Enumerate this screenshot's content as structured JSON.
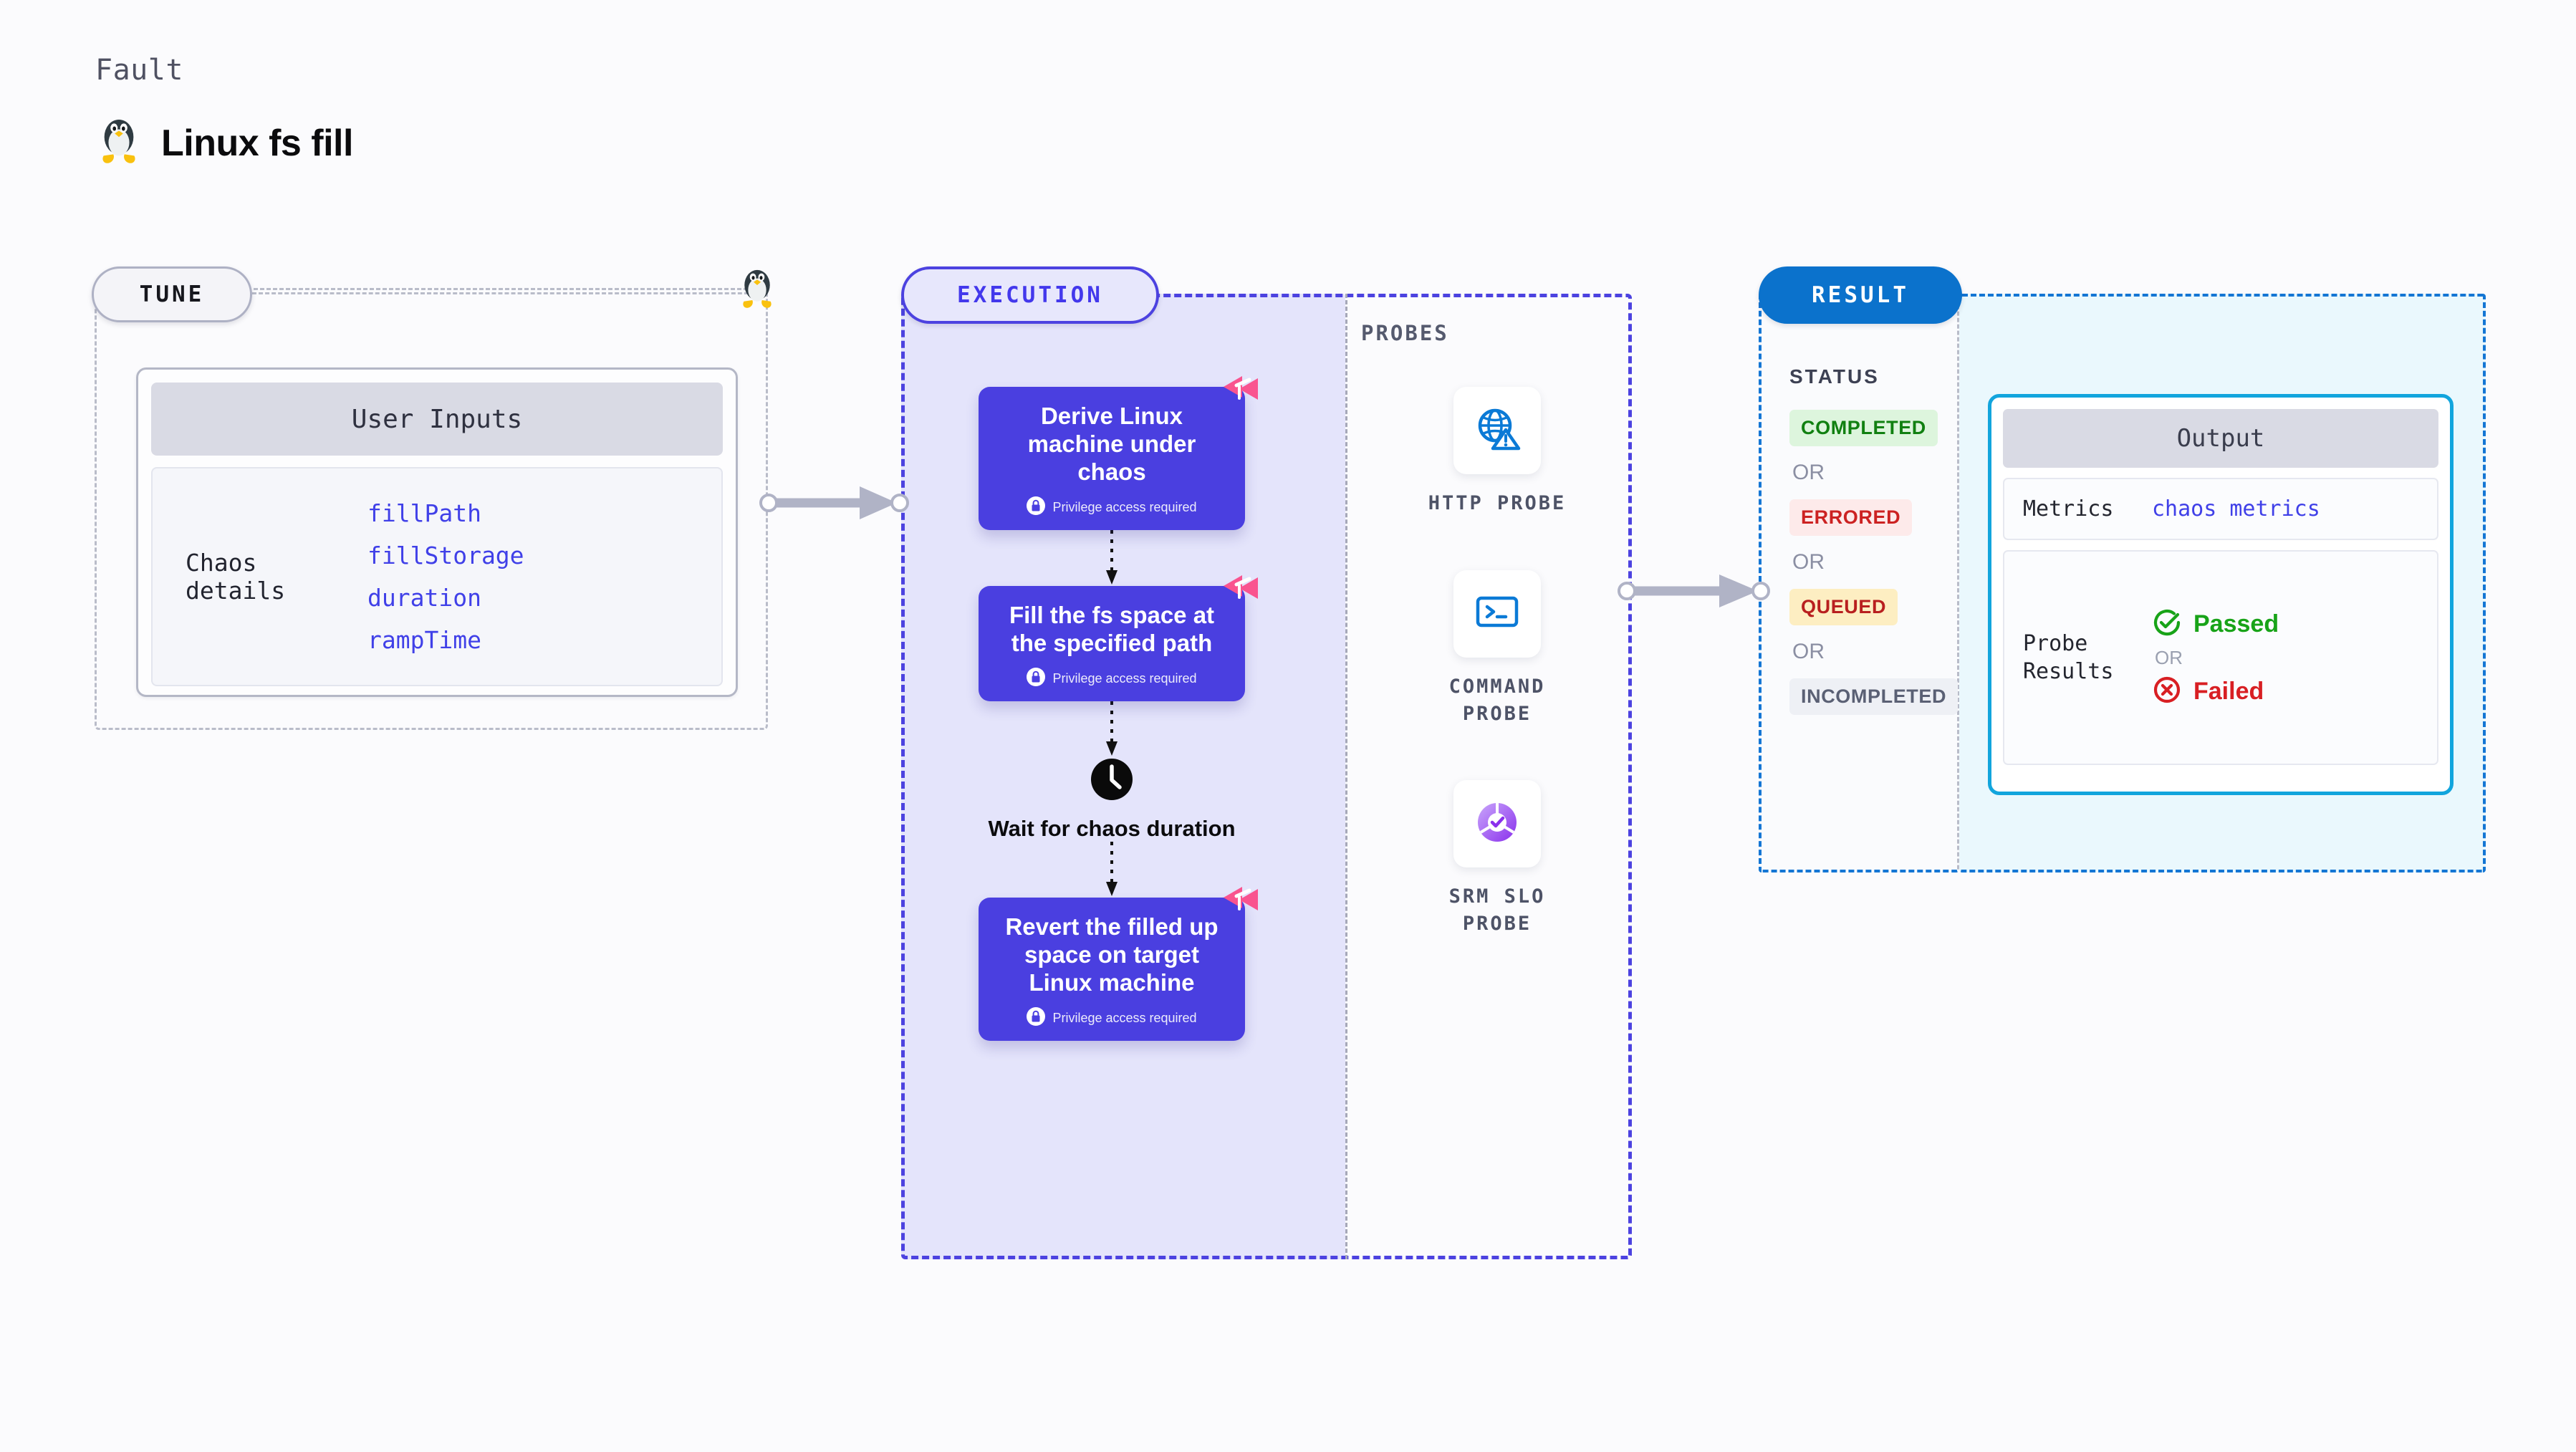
{
  "header": {
    "kicker": "Fault",
    "title": "Linux fs fill",
    "logo_icon": "linux-tux-icon"
  },
  "tune": {
    "pill_label": "TUNE",
    "penguin_icon": "linux-tux-icon",
    "card": {
      "header": "User Inputs",
      "group_label": "Chaos details",
      "params": [
        "fillPath",
        "fillStorage",
        "duration",
        "rampTime"
      ]
    }
  },
  "execution": {
    "pill_label": "EXECUTION",
    "steps": [
      {
        "title": "Derive Linux machine under chaos",
        "privilege_note": "Privilege access required",
        "lock_icon": "lock-icon",
        "corner_icon": "chaos-mark-icon",
        "type": "task"
      },
      {
        "title": "Fill the fs space at the specified path",
        "privilege_note": "Privilege access required",
        "lock_icon": "lock-icon",
        "corner_icon": "chaos-mark-icon",
        "type": "task"
      },
      {
        "title": "Wait for chaos duration",
        "clock_icon": "clock-icon",
        "type": "wait"
      },
      {
        "title": "Revert the filled up space on target Linux machine",
        "privilege_note": "Privilege access required",
        "lock_icon": "lock-icon",
        "corner_icon": "chaos-mark-icon",
        "type": "task"
      }
    ]
  },
  "probes": {
    "section_label": "PROBES",
    "items": [
      {
        "name": "HTTP PROBE",
        "icon": "globe-warning-icon"
      },
      {
        "name": "COMMAND\nPROBE",
        "icon": "terminal-icon"
      },
      {
        "name": "SRM SLO\nPROBE",
        "icon": "slo-donut-check-icon"
      }
    ]
  },
  "result": {
    "pill_label": "RESULT",
    "status_heading": "STATUS",
    "or_label": "OR",
    "statuses": [
      {
        "label": "COMPLETED",
        "bg": "#ddf5dd",
        "fg": "#118011"
      },
      {
        "label": "ERRORED",
        "bg": "#fdeaea",
        "fg": "#cc2222"
      },
      {
        "label": "QUEUED",
        "bg": "#fdeec2",
        "fg": "#b81f1f"
      },
      {
        "label": "INCOMPLETED",
        "bg": "#eef0f5",
        "fg": "#5a6074"
      }
    ],
    "output": {
      "header": "Output",
      "metrics_key": "Metrics",
      "metrics_value": "chaos metrics",
      "probe_results_key": "Probe\nResults",
      "passed_label": "Passed",
      "failed_label": "Failed",
      "or_label": "OR",
      "passed_icon": "check-circle-icon",
      "failed_icon": "x-circle-icon"
    }
  },
  "colors": {
    "accent_indigo": "#4a3fe0",
    "accent_blue": "#0b72cc",
    "accent_cyan": "#12a5dd",
    "pink_mark": "#f9548f",
    "canvas": "#fbfbfd"
  }
}
